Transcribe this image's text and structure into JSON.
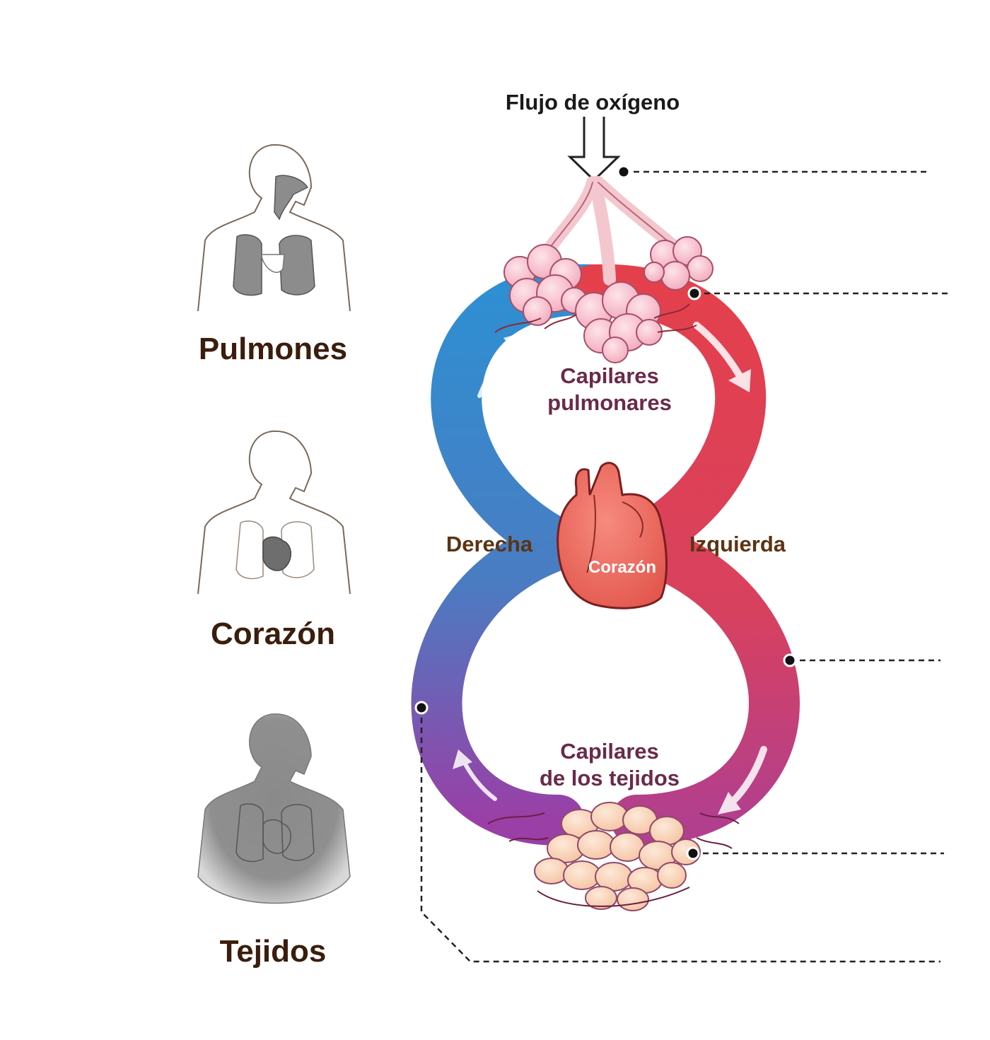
{
  "diagram": {
    "oxygen_flow_label": "Flujo de oxígeno",
    "organ_labels": {
      "lungs": "Pulmones",
      "heart": "Corazón",
      "tissues": "Tejidos"
    },
    "pulmonary_capillaries": [
      "Capilares",
      "pulmonares"
    ],
    "tissue_capillaries": [
      "Capilares",
      "de los tejidos"
    ],
    "heart_center_label": "Corazón",
    "right_side_label": "Derecha",
    "left_side_label": "Izquierda",
    "colors": {
      "deoxygenated": "#2f8fd0",
      "oxygenated": "#e2414d",
      "tissue_blend": "#9b3fa3",
      "label_brown": "#3a1d0c",
      "capillary_label": "#6a2a4a"
    }
  }
}
